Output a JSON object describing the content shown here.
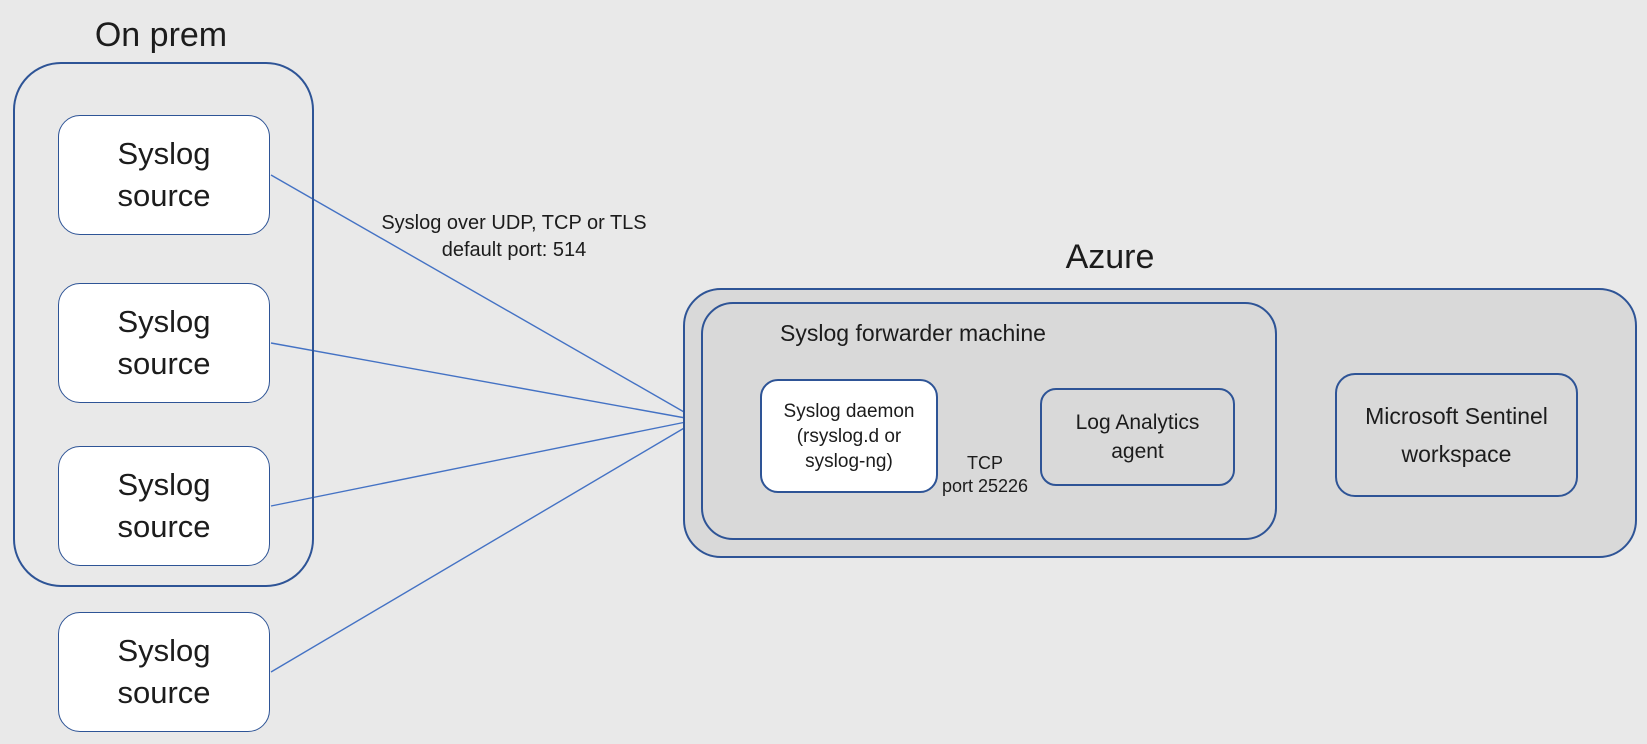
{
  "colors": {
    "background": "#e9e9e9",
    "azure_fill": "#d9d9d9",
    "container_border": "#2e5496",
    "connector_blue": "#4472c4",
    "box_fill": "#ffffff",
    "text": "#1c1c1c"
  },
  "onprem": {
    "label": "On prem",
    "sources": [
      {
        "label": "Syslog source"
      },
      {
        "label": "Syslog source"
      },
      {
        "label": "Syslog source"
      },
      {
        "label": "Syslog source"
      }
    ]
  },
  "connection": {
    "line1": "Syslog over UDP, TCP or TLS",
    "line2": "default port: 514"
  },
  "azure": {
    "label": "Azure",
    "forwarder": {
      "title": "Syslog forwarder machine",
      "daemon": {
        "line1": "Syslog daemon",
        "line2": "(rsyslog.d or",
        "line3": "syslog-ng)"
      },
      "tcp": {
        "line1": "TCP",
        "line2": "port 25226"
      },
      "agent": {
        "line1": "Log Analytics",
        "line2": "agent"
      }
    },
    "sentinel": {
      "line1": "Microsoft Sentinel",
      "line2": "workspace"
    }
  }
}
